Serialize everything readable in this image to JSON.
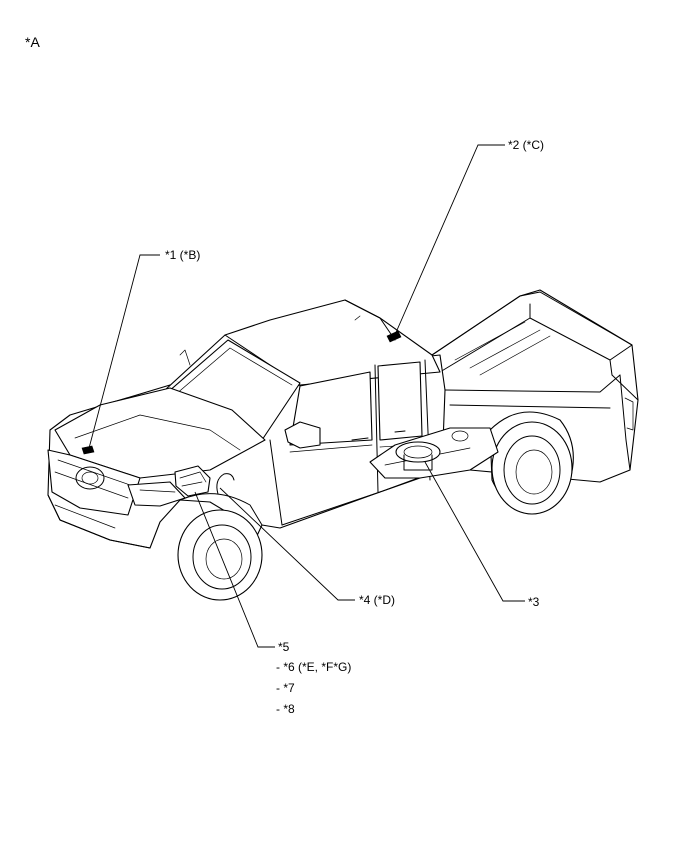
{
  "figure_label": "*A",
  "callouts": {
    "c1": "*1 (*B)",
    "c2": "*2 (*C)",
    "c3": "*3",
    "c4": "*4 (*D)",
    "c5": "*5",
    "c6": "- *6 (*E, *F*G)",
    "c7": "- *7",
    "c8": "- *8"
  }
}
